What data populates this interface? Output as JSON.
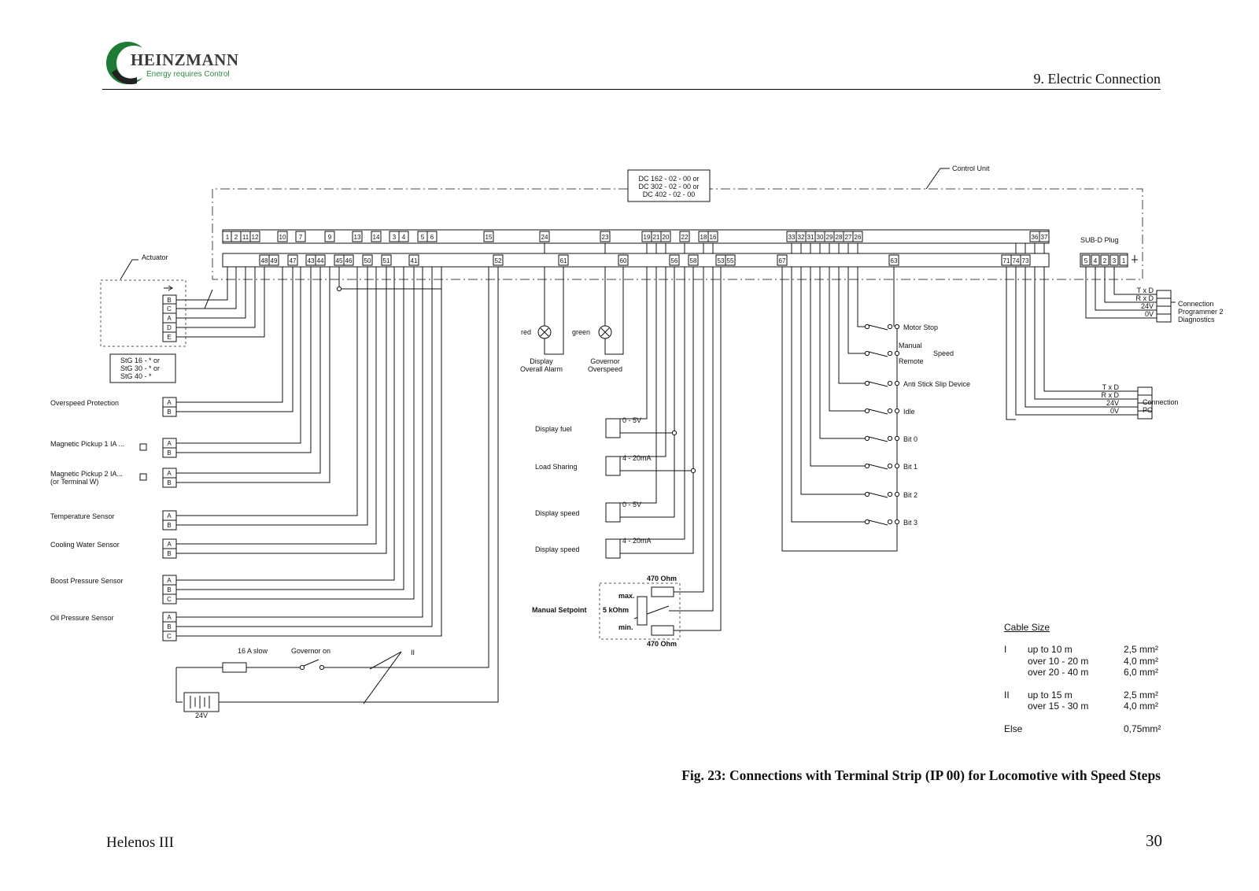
{
  "header": {
    "logo_text": "HEINZMANN",
    "logo_tagline": "Energy requires Control",
    "section_title": "9. Electric Connection"
  },
  "control_unit": {
    "label": "Control Unit",
    "models": [
      "DC 162 - 02 - 00 or",
      "DC 302 - 02 - 00 or",
      "DC 402 - 02 - 00"
    ],
    "top_terminals": [
      "1",
      "2",
      "11",
      "12",
      "10",
      "7",
      "9",
      "13",
      "14",
      "3",
      "4",
      "5",
      "6",
      "15",
      "24",
      "23",
      "19",
      "21",
      "20",
      "22",
      "18",
      "16",
      "33",
      "32",
      "31",
      "30",
      "29",
      "28",
      "27",
      "26",
      "36",
      "37"
    ],
    "bottom_terminals": [
      "48",
      "49",
      "47",
      "43",
      "44",
      "45",
      "46",
      "50",
      "51",
      "41",
      "52",
      "61",
      "60",
      "56",
      "58",
      "53",
      "55",
      "67",
      "63",
      "71",
      "74",
      "73"
    ]
  },
  "actuator": {
    "label": "Actuator",
    "pins": [
      "B",
      "C",
      "A",
      "D",
      "E"
    ],
    "types": [
      "StG 16 - * or",
      "StG 30 - * or",
      "StG 40 - *"
    ]
  },
  "sensors": [
    {
      "name": "Overspeed Protection",
      "pins": [
        "A",
        "B"
      ]
    },
    {
      "name": "Magnetic Pickup 1 IA ...",
      "pins": [
        "A",
        "B"
      ]
    },
    {
      "name": "Magnetic Pickup 2 IA...",
      "sub": "(or Terminal W)",
      "pins": [
        "A",
        "B"
      ]
    },
    {
      "name": "Temperature Sensor",
      "pins": [
        "A",
        "B"
      ]
    },
    {
      "name": "Cooling Water Sensor",
      "pins": [
        "A",
        "B"
      ]
    },
    {
      "name": "Boost Pressure Sensor",
      "pins": [
        "A",
        "B",
        "C"
      ]
    },
    {
      "name": "Oil Pressure Sensor",
      "pins": [
        "A",
        "B",
        "C"
      ]
    }
  ],
  "power": {
    "fuse": "16 A slow",
    "switch": "Governor on",
    "battery": "24V",
    "cable_mark": "II"
  },
  "lamps": [
    {
      "color": "red",
      "caption": [
        "Display",
        "Overall Alarm"
      ]
    },
    {
      "color": "green",
      "caption": [
        "Governor",
        "Overspeed"
      ]
    }
  ],
  "displays": [
    {
      "name": "Display fuel",
      "signal": "0 - 5V"
    },
    {
      "name": "Load Sharing",
      "signal": "4 - 20mA"
    },
    {
      "name": "Display speed",
      "signal": "0 - 5V"
    },
    {
      "name": "Display speed",
      "signal": "4 - 20mA"
    }
  ],
  "setpoint": {
    "label": "Manual Setpoint",
    "res_top": "470 Ohm",
    "res_bottom": "470 Ohm",
    "pot": "5 kOhm",
    "max": "max.",
    "min": "min."
  },
  "switches": {
    "motor_stop": "Motor Stop",
    "manual": "Manual",
    "remote": "Remote",
    "speed": "Speed",
    "anti_slip": "Anti Stick Slip Device",
    "idle": "Idle",
    "bits": [
      "Bit 0",
      "Bit 1",
      "Bit 2",
      "Bit 3"
    ]
  },
  "subd": {
    "label": "SUB-D Plug",
    "pins": [
      "5",
      "4",
      "2",
      "3",
      "1"
    ]
  },
  "prog_connection": {
    "signals": [
      "T x D",
      "R x D",
      "24V",
      "0V"
    ],
    "label": [
      "Connection",
      "Programmer 2",
      "Diagnostics"
    ]
  },
  "pc_connection": {
    "signals": [
      "T x D",
      "R x D",
      "24V",
      "0V"
    ],
    "label": [
      "Connection",
      "PC"
    ]
  },
  "cable_size": {
    "title": "Cable Size",
    "rows": [
      {
        "group": "I",
        "range": "up to 10 m",
        "size": "2,5 mm²"
      },
      {
        "group": "",
        "range": "over 10 - 20 m",
        "size": "4,0 mm²"
      },
      {
        "group": "",
        "range": "over 20 - 40 m",
        "size": "6,0 mm²"
      },
      {
        "group": "II",
        "range": "up to 15 m",
        "size": "2,5 mm²"
      },
      {
        "group": "",
        "range": "over 15 - 30 m",
        "size": "4,0 mm²"
      },
      {
        "group": "Else",
        "range": "",
        "size": "0,75mm²"
      }
    ]
  },
  "figure_caption": "Fig. 23: Connections with Terminal Strip (IP 00) for Locomotive with Speed Steps",
  "footer": {
    "product": "Helenos III",
    "page": "30"
  }
}
